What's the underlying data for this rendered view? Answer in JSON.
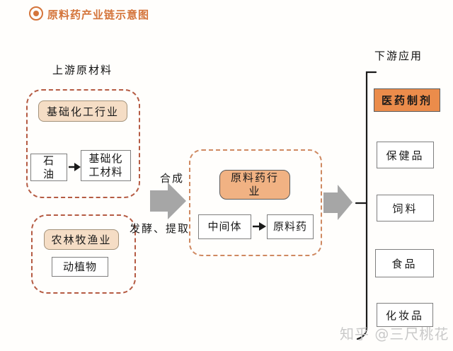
{
  "header": {
    "title": "原料药产业链示意图"
  },
  "upstream": {
    "label": "上游原材料",
    "chemical_group": {
      "title": "基础化工行业",
      "source": "石\n油",
      "output": "基础化\n工材料"
    },
    "agriculture_group": {
      "title": "农林牧渔业",
      "source": "动植物"
    }
  },
  "process": {
    "top_label": "合成",
    "bottom_label": "发酵、提取"
  },
  "api_industry": {
    "title": "原料药行\n业",
    "intermediate": "中间体",
    "api": "原料药"
  },
  "downstream": {
    "label": "下游应用",
    "items": [
      "医药制剂",
      "保健品",
      "饲料",
      "食品",
      "化妆品"
    ]
  },
  "watermark": "知乎 @三尺桃花",
  "colors": {
    "accent_orange": "#d4743a",
    "peach_fill": "#f5ddc5",
    "salmon_fill": "#f1b283",
    "orange_fill": "#eb8c4b",
    "dashed_left": "#b55b43",
    "dashed_center": "#cf8961",
    "gray_arrow": "#a6a6a6",
    "box_border": "#7f7f7f",
    "watermark_gray": "#c9c9c9"
  }
}
